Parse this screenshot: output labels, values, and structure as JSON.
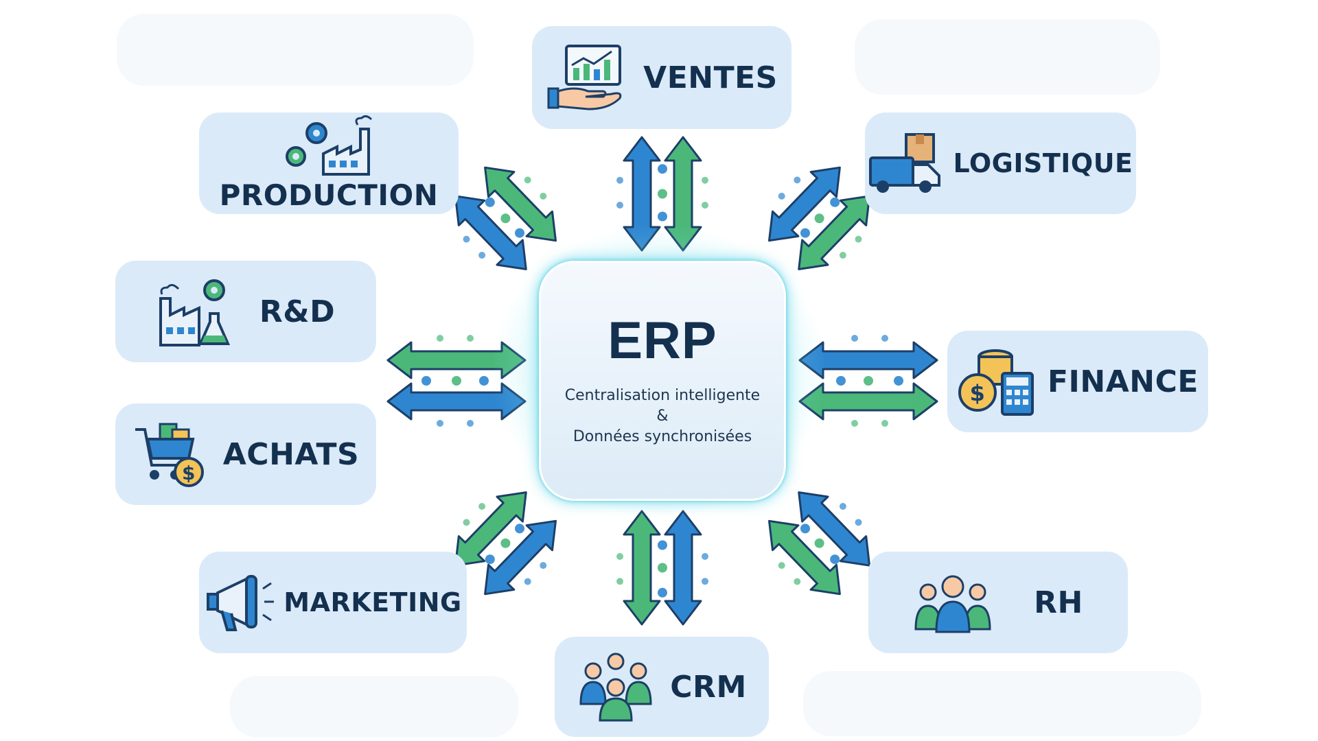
{
  "hub": {
    "title": "ERP",
    "line1": "Centralisation intelligente",
    "line2": "&",
    "line3": "Données synchronisées"
  },
  "modules": {
    "ventes": "VENTES",
    "logistique": "LOGISTIQUE",
    "finance": "FINANCE",
    "rh": "RH",
    "crm": "CRM",
    "marketing": "MARKETING",
    "achats": "ACHATS",
    "rd": "R&D",
    "production": "PRODUCTION"
  },
  "icons": {
    "ventes": "sales-chart-hand-icon",
    "logistique": "delivery-truck-icon",
    "finance": "coins-calculator-icon",
    "rh": "team-people-icon",
    "crm": "customer-group-icon",
    "marketing": "megaphone-icon",
    "achats": "shopping-cart-icon",
    "rd": "factory-lab-icon",
    "production": "factory-gears-icon"
  },
  "colors": {
    "arrow_blue": "#2f86d0",
    "arrow_green": "#4bb87a",
    "outline": "#1c3f68",
    "module_bg": "#dbeaf8",
    "text_dark": "#14304f",
    "glow": "#55d3e3"
  }
}
